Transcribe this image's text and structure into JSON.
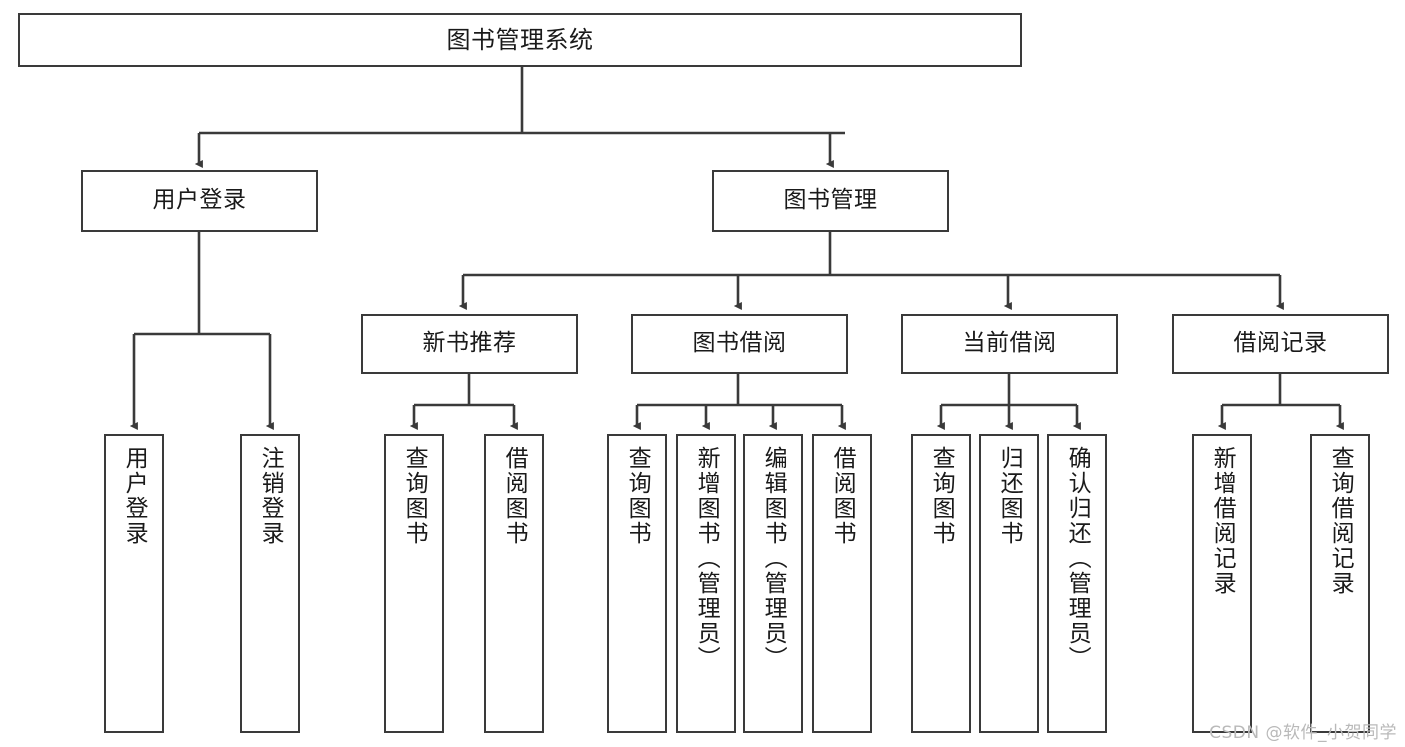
{
  "diagram": {
    "title": "图书管理系统",
    "root": {
      "label": "图书管理系统"
    },
    "level2": [
      {
        "label": "用户登录"
      },
      {
        "label": "图书管理"
      }
    ],
    "level3": [
      {
        "label": "新书推荐"
      },
      {
        "label": "图书借阅"
      },
      {
        "label": "当前借阅"
      },
      {
        "label": "借阅记录"
      }
    ],
    "leaves": {
      "user_login": [
        {
          "label": "用户登录"
        },
        {
          "label": "注销登录"
        }
      ],
      "new_book_recommend": [
        {
          "label": "查询图书"
        },
        {
          "label": "借阅图书"
        }
      ],
      "book_borrow": [
        {
          "label": "查询图书"
        },
        {
          "label": "新增图书（管理员）"
        },
        {
          "label": "编辑图书（管理员）"
        },
        {
          "label": "借阅图书"
        }
      ],
      "current_borrow": [
        {
          "label": "查询图书"
        },
        {
          "label": "归还图书"
        },
        {
          "label": "确认归还（管理员）"
        }
      ],
      "borrow_record": [
        {
          "label": "新增借阅记录"
        },
        {
          "label": "查询借阅记录"
        }
      ]
    },
    "watermark": "CSDN @软件_小贺同学",
    "colors": {
      "stroke": "#3a3a3a",
      "text": "#1a1a1a",
      "background": "#ffffff",
      "watermark": "#b9b9b9"
    }
  }
}
